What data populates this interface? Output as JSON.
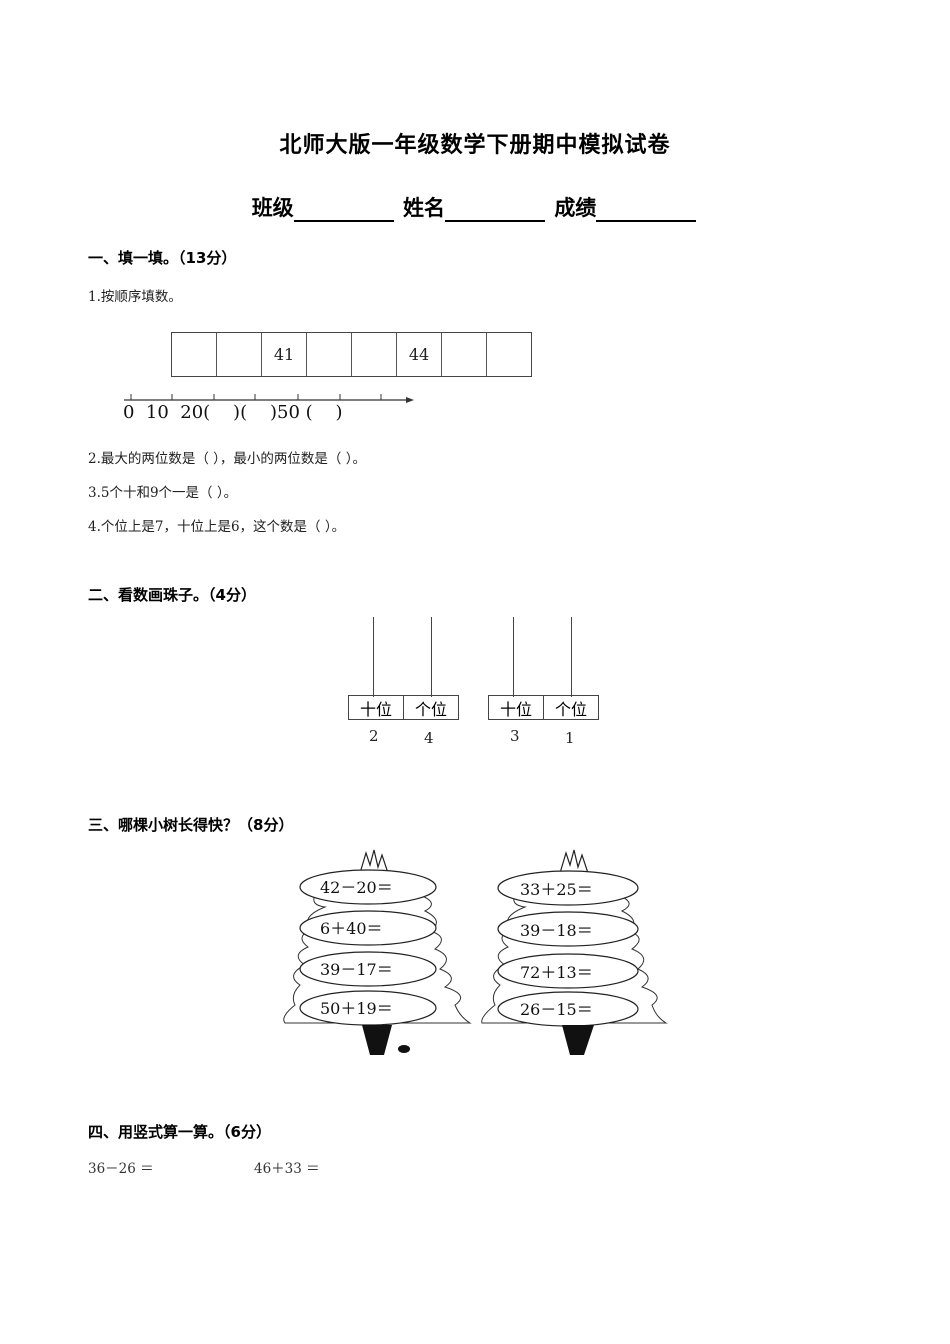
{
  "header": {
    "title": "北师大版一年级数学下册期中模拟试卷",
    "fields": [
      {
        "label": "班级"
      },
      {
        "label": "姓名"
      },
      {
        "label": "成绩"
      }
    ]
  },
  "section1": {
    "heading": "一、填一填。（13分）",
    "q1": "1.按顺序填数。",
    "grid_cells": [
      "",
      "",
      "41",
      "",
      "",
      "44",
      "",
      ""
    ],
    "number_line_labels": "0  10  20(    )(    )50 (    )",
    "q2": "2.最大的两位数是（        ），最小的两位数是（        ）。",
    "q3": "3.5个十和9个一是（        ）。",
    "q4": "4.个位上是7，十位上是6，这个数是（        ）。"
  },
  "section2": {
    "heading": "二、看数画珠子。（4分）",
    "abacuses": [
      {
        "tens_label": "十位",
        "ones_label": "个位",
        "tens_digit": "2",
        "ones_digit": "4"
      },
      {
        "tens_label": "十位",
        "ones_label": "个位",
        "tens_digit": "3",
        "ones_digit": "1"
      }
    ]
  },
  "section3": {
    "heading": "三、哪棵小树长得快？（8分）",
    "trees": [
      {
        "equations": [
          "42－20＝",
          "6＋40＝",
          "39－17＝",
          "50＋19＝"
        ]
      },
      {
        "equations": [
          "33＋25＝",
          "39－18＝",
          "72＋13＝",
          "26－15＝"
        ]
      }
    ]
  },
  "section4": {
    "heading": "四、用竖式算一算。（6分）",
    "problems": [
      "36－26 ＝",
      "46＋33 ＝"
    ]
  }
}
